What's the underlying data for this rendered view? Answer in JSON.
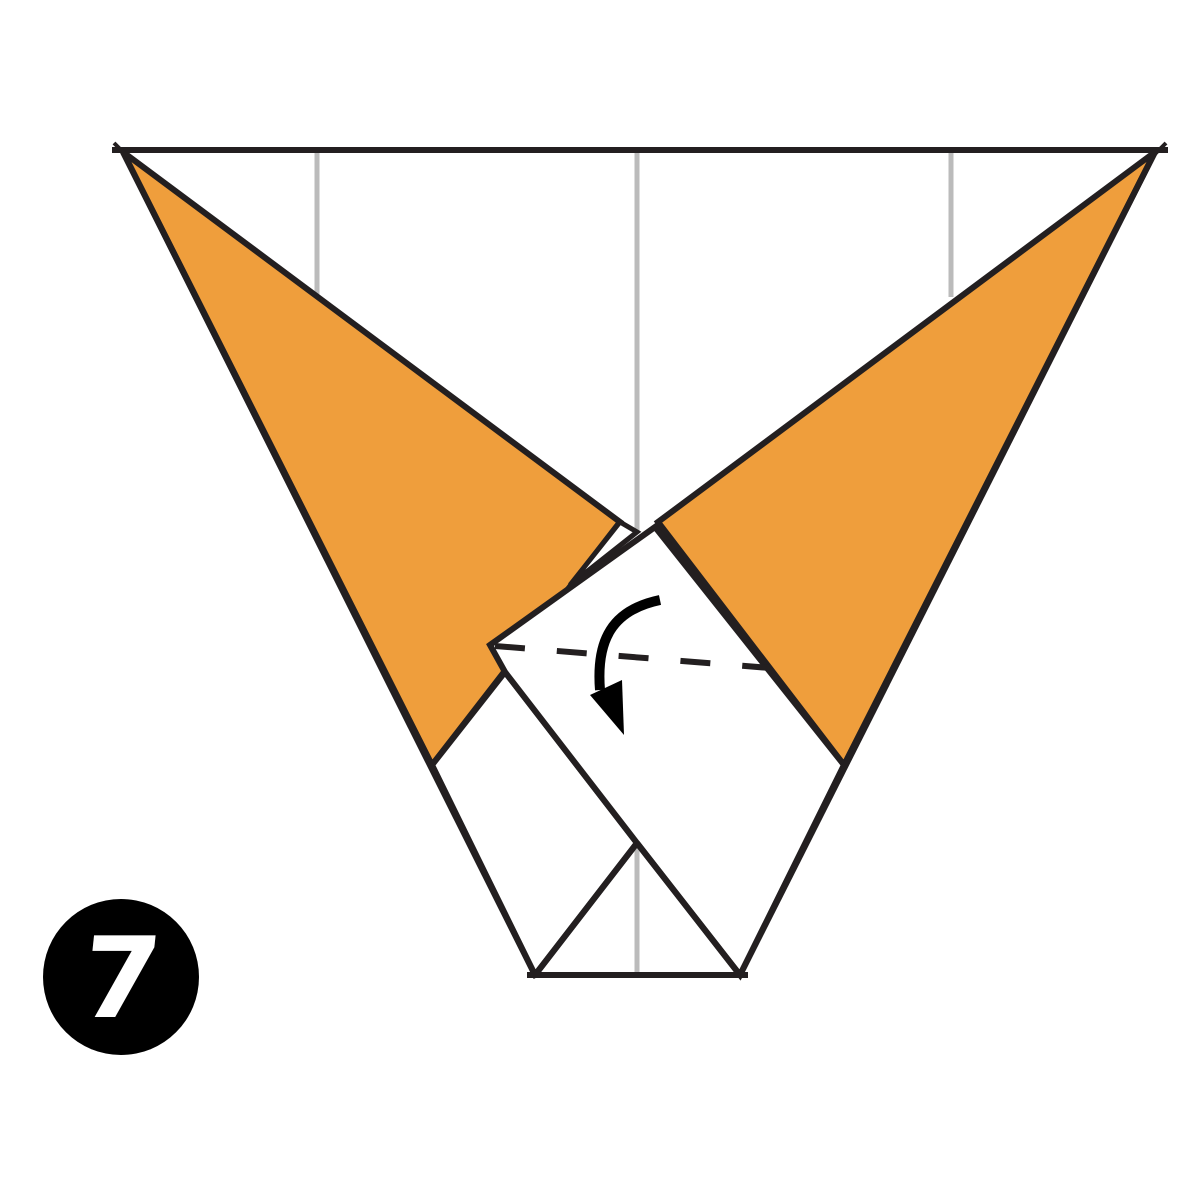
{
  "diagram": {
    "type": "origami-instruction",
    "step_number": "7",
    "colors": {
      "paper_color": "#EF9E3C",
      "paper_white": "#FFFFFF",
      "fold_line": "#231F20",
      "crease_line": "#BBBBBB",
      "badge_bg": "#000000",
      "badge_text": "#FFFFFF"
    },
    "elements": [
      {
        "id": "top-edge",
        "kind": "edge"
      },
      {
        "id": "left-orange-flap",
        "kind": "colored-flap"
      },
      {
        "id": "right-orange-flap",
        "kind": "colored-flap"
      },
      {
        "id": "center-white-flap",
        "kind": "flap",
        "instruction": "fold down along dashed line"
      },
      {
        "id": "valley-fold-line",
        "kind": "dashed-line"
      },
      {
        "id": "fold-arrow",
        "kind": "curved-arrow",
        "direction": "down"
      },
      {
        "id": "crease-lines",
        "kind": "gray-creases",
        "count": 4
      }
    ]
  }
}
